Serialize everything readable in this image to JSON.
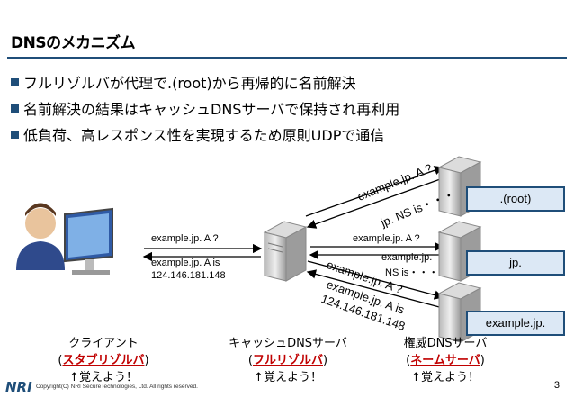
{
  "title": "DNSのメカニズム",
  "bullets": [
    "フルリゾルバが代理で.(root)から再帰的に名前解決",
    "名前解決の結果はキャッシュDNSサーバで保持され再利用",
    "低負荷、高レスポンス性を実現するため原則UDPで通信"
  ],
  "diagram": {
    "client_query": "example.jp. A ?",
    "client_answer_line1": "example.jp. A is",
    "client_answer_line2": "124.146.181.148",
    "root_query": "example.jp. A ?",
    "root_answer": "jp. NS is・・・",
    "jp_query": "example.jp. A ?",
    "jp_answer_line1": "example.jp.",
    "jp_answer_line2": "NS is・・・",
    "ex_query": "example.jp. A ?",
    "ex_answer_line1": "example.jp. A is",
    "ex_answer_line2": "124.146.181.148",
    "server_labels": [
      ".(root)",
      "jp.",
      "example.jp."
    ]
  },
  "captions": {
    "client": {
      "name": "クライアント",
      "role": "スタブリゾルバ",
      "note": "↑覚えよう！"
    },
    "cache": {
      "name": "キャッシュDNSサーバ",
      "role": "フルリゾルバ",
      "note": "↑覚えよう！"
    },
    "auth": {
      "name": "権威DNSサーバ",
      "role": "ネームサーバ",
      "note": "↑覚えよう！"
    }
  },
  "footer": {
    "logo": "NRI",
    "copyright": "Copyright(C) NRI SecureTechnologies, Ltd. All rights reserved.",
    "page_number": "3"
  }
}
